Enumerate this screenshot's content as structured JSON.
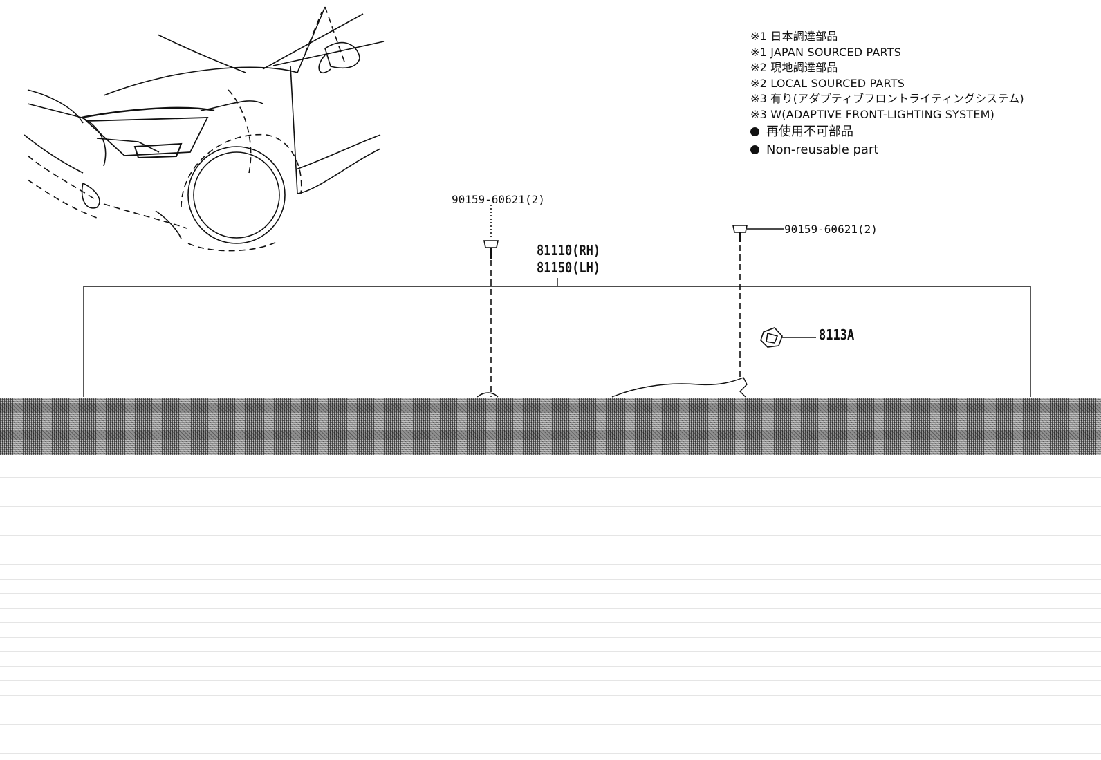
{
  "legend": {
    "lines": [
      "※1 日本調達部品",
      "※1 JAPAN SOURCED PARTS",
      "※2 現地調達部品",
      "※2 LOCAL SOURCED PARTS",
      "※3 有り(アダプティブフロントライティングシステム)",
      "※3 W(ADAPTIVE FRONT-LIGHTING SYSTEM)"
    ],
    "non_reusable_jp": "再使用不可部品",
    "non_reusable_en": "Non-reusable part"
  },
  "callouts": {
    "bolt_left": "90159-60621(2)",
    "bolt_right": "90159-60621(2)",
    "assembly_rh": "81110(RH)",
    "assembly_lh": "81150(LH)",
    "clip": "8113A"
  }
}
